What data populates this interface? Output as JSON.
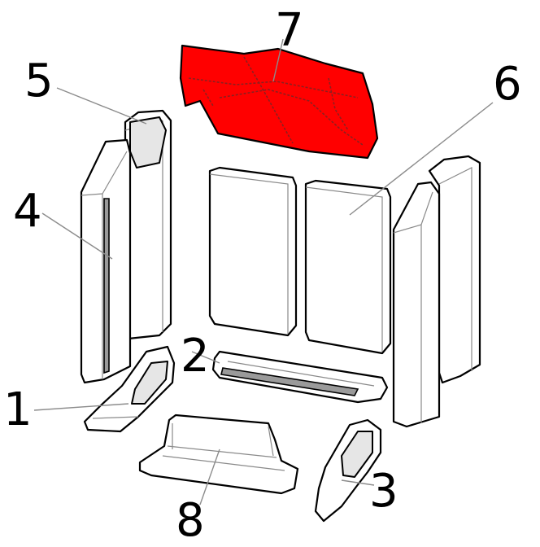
{
  "colors": {
    "highlight": "#ff0000",
    "outline": "#000000",
    "shade": "#e6e6e6",
    "leader": "#8c8c8c"
  },
  "callouts": [
    {
      "id": "1",
      "label": "1"
    },
    {
      "id": "2",
      "label": "2"
    },
    {
      "id": "3",
      "label": "3"
    },
    {
      "id": "4",
      "label": "4"
    },
    {
      "id": "5",
      "label": "5"
    },
    {
      "id": "6",
      "label": "6"
    },
    {
      "id": "7",
      "label": "7"
    },
    {
      "id": "8",
      "label": "8"
    }
  ],
  "highlighted_part": "7"
}
